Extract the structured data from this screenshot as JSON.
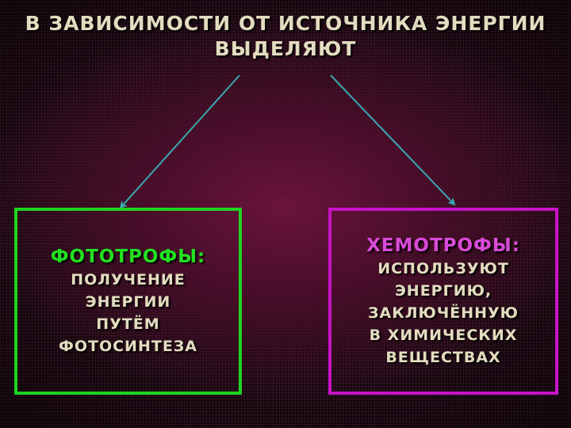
{
  "title": {
    "line1": "В ЗАВИСИМОСТИ ОТ ИСТОЧНИКА ЭНЕРГИИ",
    "line2": "ВЫДЕЛЯЮТ"
  },
  "left_box": {
    "heading": "ФОТОТРОФЫ:",
    "lines": [
      "ПОЛУЧЕНИЕ",
      "ЭНЕРГИИ",
      "ПУТЁМ",
      "ФОТОСИНТЕЗА"
    ]
  },
  "right_box": {
    "heading": "ХЕМОТРОФЫ:",
    "lines": [
      "ИСПОЛЬЗУЮТ",
      "ЭНЕРГИЮ,",
      "ЗАКЛЮЧЁННУЮ",
      "В ХИМИЧЕСКИХ",
      "ВЕЩЕСТВАХ"
    ]
  },
  "colors": {
    "title_text": "#e3dcc0",
    "left_border": "#1fd41f",
    "left_heading": "#22e022",
    "right_border": "#c813c8",
    "right_heading": "#d94bd9",
    "arrow": "#3aa8b0"
  }
}
